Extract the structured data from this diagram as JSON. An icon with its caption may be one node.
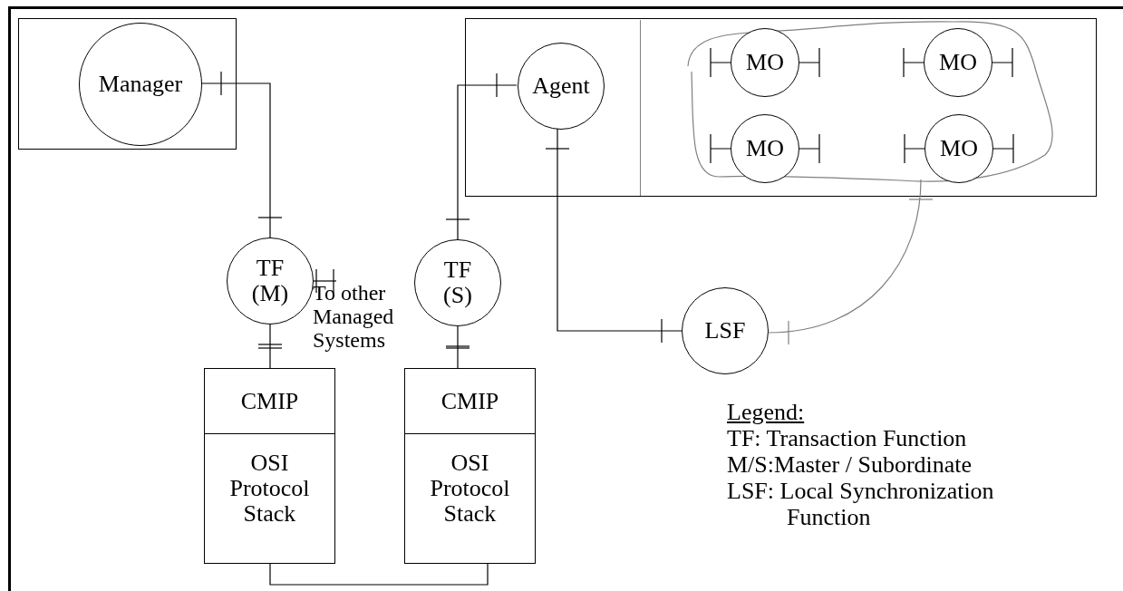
{
  "diagram": {
    "nodes": [
      {
        "text": [],
        "shape": "box"
      },
      {
        "text": [
          "Manager"
        ],
        "in": 0
      },
      {
        "text": [],
        "shape": "box"
      },
      {
        "text": [
          "Agent"
        ],
        "in": 2
      },
      {
        "text": [],
        "shape": "cloud",
        "in": 2
      },
      {
        "text": [
          "MO"
        ],
        "in": 4
      },
      {
        "text": [
          "MO"
        ],
        "in": 4
      },
      {
        "text": [
          "MO"
        ],
        "in": 4
      },
      {
        "text": [
          "MO"
        ],
        "in": 4
      },
      {
        "text": [
          "TF (M)"
        ]
      },
      {
        "text": [
          "TF (S)"
        ]
      },
      {
        "text": [
          "To other Managed Systems"
        ]
      },
      {
        "text": [
          "CMIP",
          "OSI Protocol Stack"
        ]
      },
      {
        "text": [
          "CMIP",
          "OSI Protocol Stack"
        ]
      },
      {
        "text": [
          "LSF"
        ]
      }
    ],
    "edges": [
      {
        "from": 1,
        "to": 9,
        "arrow": "other"
      },
      {
        "from": 3,
        "to": 10,
        "arrow": "other"
      },
      {
        "from": 9,
        "to": 11,
        "arrow": "other"
      },
      {
        "from": 9,
        "to": 12,
        "arrow": "other"
      },
      {
        "from": 10,
        "to": 13,
        "arrow": "other"
      },
      {
        "from": 12,
        "to": 13,
        "arrow": "none"
      },
      {
        "from": 3,
        "to": 14,
        "arrow": "other"
      },
      {
        "from": 14,
        "to": 4,
        "arrow": "other",
        "color": "#808080"
      }
    ],
    "labels": [
      "Legend:",
      "TF: Transaction Function",
      "M/S:Master / Subordinate",
      "LSF: Local Synchronization Function"
    ]
  }
}
